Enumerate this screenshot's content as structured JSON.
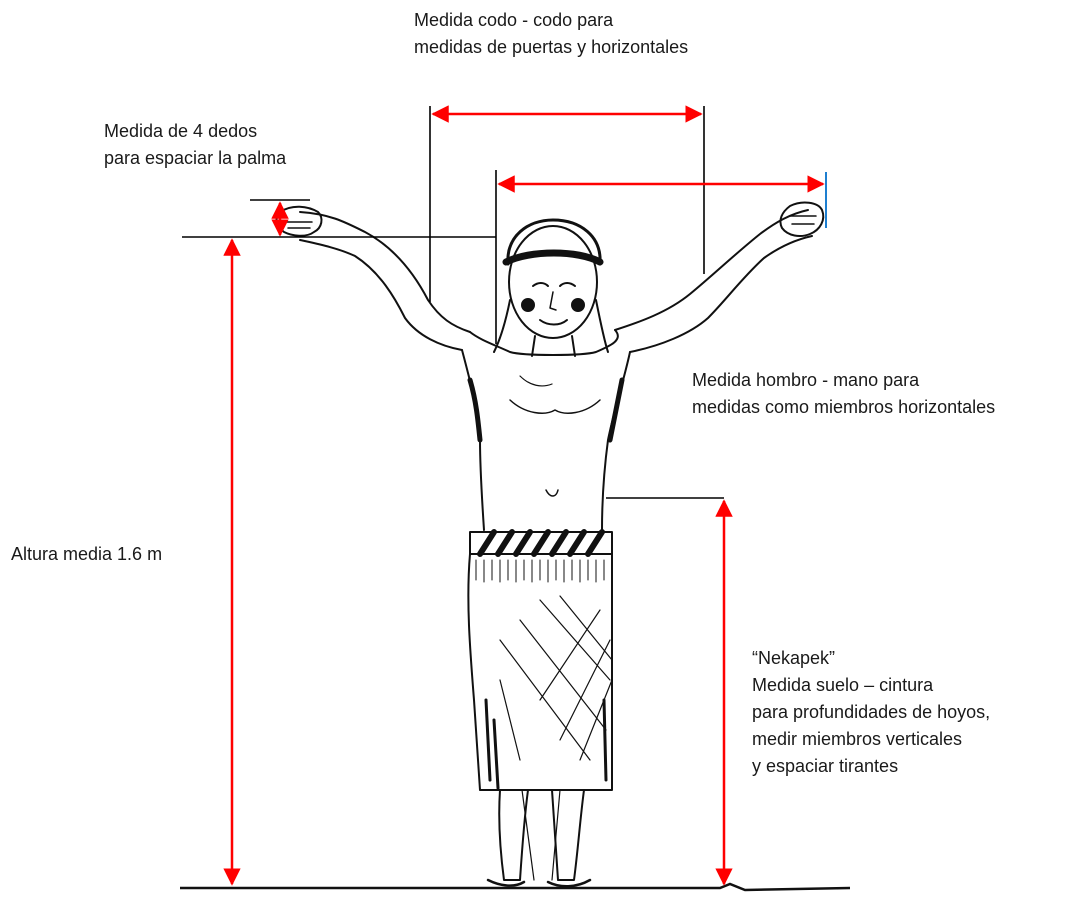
{
  "colors": {
    "measure_arrow": "#ff0000",
    "tick_line": "#000000",
    "hand_marker": "#1e7fd0",
    "figure_ink": "#111111"
  },
  "figure": {
    "icon": "standing-person-arms-raised-illustration"
  },
  "labels": {
    "elbow_span": {
      "line1": "Medida codo - codo para",
      "line2": "medidas de puertas y horizontales"
    },
    "four_fingers": {
      "line1": "Medida de 4 dedos",
      "line2": "para espaciar la palma"
    },
    "shoulder_hand": {
      "line1": "Medida hombro - mano para",
      "line2": "medidas como miembros horizontales"
    },
    "average_height": {
      "line1": "Altura media 1.6 m"
    },
    "ground_waist": {
      "line1": "“Nekapek”",
      "line2": "Medida suelo – cintura",
      "line3": "para profundidades de hoyos,",
      "line4": "medir miembros verticales",
      "line5": "y espaciar tirantes"
    }
  }
}
